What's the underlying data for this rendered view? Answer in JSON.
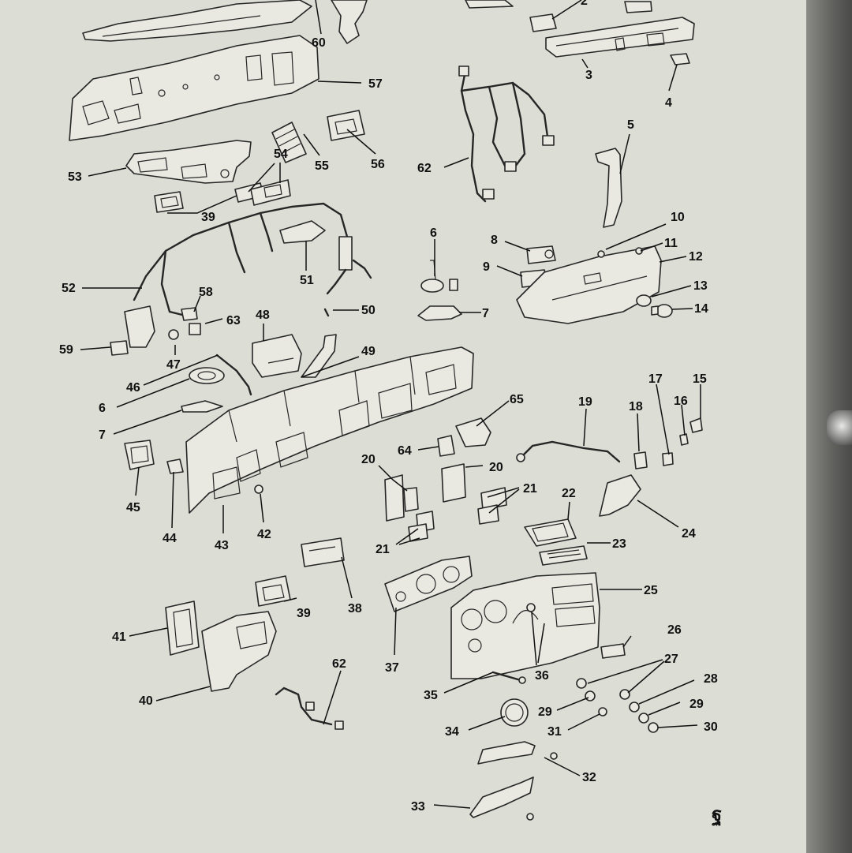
{
  "diagram": {
    "callouts": [
      "60",
      "57",
      "53",
      "55",
      "56",
      "54",
      "39",
      "2",
      "3",
      "4",
      "5",
      "62",
      "52",
      "51",
      "58",
      "63",
      "59",
      "47",
      "48",
      "50",
      "6",
      "8",
      "9",
      "10",
      "11",
      "12",
      "13",
      "14",
      "7",
      "49",
      "46",
      "65",
      "17",
      "15",
      "16",
      "19",
      "18",
      "45",
      "44",
      "43",
      "42",
      "64",
      "20",
      "21",
      "22",
      "24",
      "23",
      "38",
      "37",
      "36",
      "35",
      "34",
      "33",
      "32",
      "31",
      "30",
      "29",
      "28",
      "27",
      "26",
      "25",
      "41",
      "40"
    ],
    "logo": "ฐ"
  }
}
